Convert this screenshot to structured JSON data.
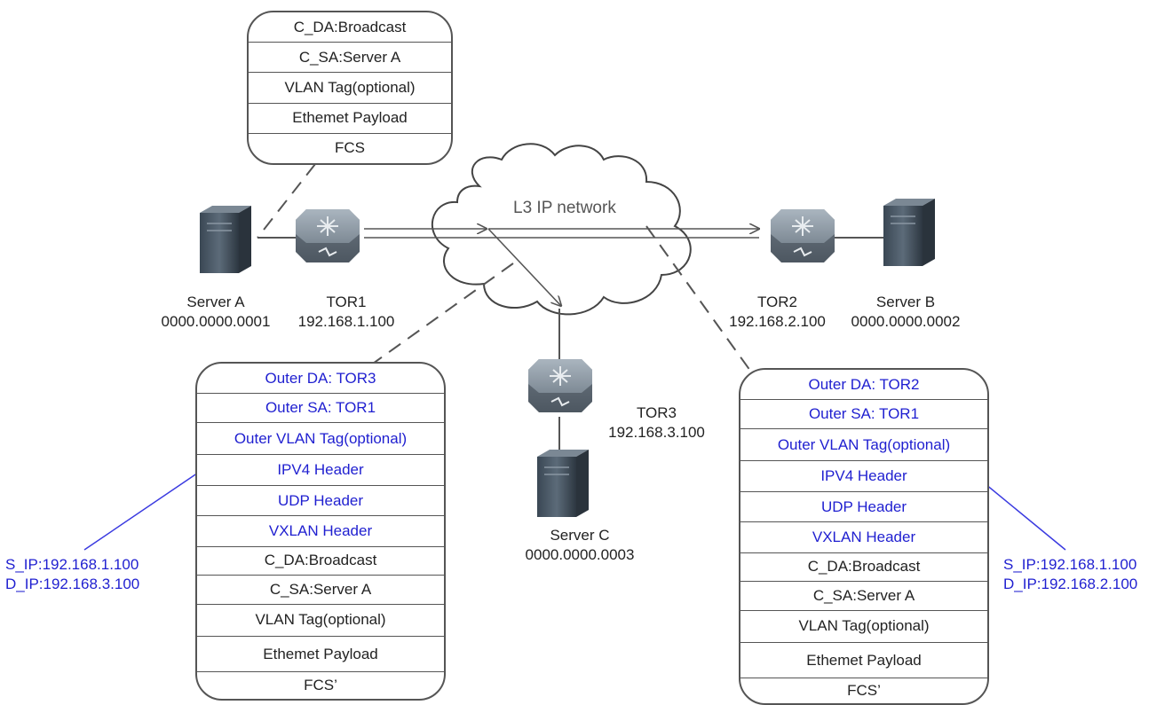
{
  "cloud": {
    "label": "L3 IP network"
  },
  "nodes": {
    "server_a": {
      "name": "Server A",
      "mac": "0000.0000.0001"
    },
    "tor1": {
      "name": "TOR1",
      "ip": "192.168.1.100"
    },
    "tor2": {
      "name": "TOR2",
      "ip": "192.168.2.100"
    },
    "server_b": {
      "name": "Server B",
      "mac": "0000.0000.0002"
    },
    "tor3": {
      "name": "TOR3",
      "ip": "192.168.3.100"
    },
    "server_c": {
      "name": "Server C",
      "mac": "0000.0000.0003"
    }
  },
  "top_frame": {
    "rows": [
      "C_DA:Broadcast",
      "C_SA:Server A",
      "VLAN Tag(optional)",
      "Ethemet Payload",
      "FCS"
    ]
  },
  "left_frame": {
    "rows": [
      {
        "text": "Outer DA: TOR3",
        "blue": true
      },
      {
        "text": "Outer SA: TOR1",
        "blue": true
      },
      {
        "text": "Outer VLAN Tag(optional)",
        "blue": true
      },
      {
        "text": "IPV4 Header",
        "blue": true
      },
      {
        "text": "UDP Header",
        "blue": true
      },
      {
        "text": "VXLAN Header",
        "blue": true
      },
      {
        "text": "C_DA:Broadcast",
        "blue": false
      },
      {
        "text": "C_SA:Server A",
        "blue": false
      },
      {
        "text": "VLAN Tag(optional)",
        "blue": false
      },
      {
        "text": "Ethemet Payload",
        "blue": false
      },
      {
        "text": "FCS’",
        "blue": false
      }
    ],
    "annotation": {
      "s_ip": "S_IP:192.168.1.100",
      "d_ip": "D_IP:192.168.3.100"
    }
  },
  "right_frame": {
    "rows": [
      {
        "text": "Outer DA: TOR2",
        "blue": true
      },
      {
        "text": "Outer SA: TOR1",
        "blue": true
      },
      {
        "text": "Outer VLAN Tag(optional)",
        "blue": true
      },
      {
        "text": "IPV4 Header",
        "blue": true
      },
      {
        "text": "UDP Header",
        "blue": true
      },
      {
        "text": "VXLAN Header",
        "blue": true
      },
      {
        "text": "C_DA:Broadcast",
        "blue": false
      },
      {
        "text": "C_SA:Server A",
        "blue": false
      },
      {
        "text": "VLAN Tag(optional)",
        "blue": false
      },
      {
        "text": "Ethemet Payload",
        "blue": false
      },
      {
        "text": "FCS’",
        "blue": false
      }
    ],
    "annotation": {
      "s_ip": "S_IP:192.168.1.100",
      "d_ip": "D_IP:192.168.2.100"
    }
  },
  "colors": {
    "blue_text": "#1f1fd0",
    "line": "#555555",
    "annotation_line": "#3a3ae0"
  },
  "icons": {
    "switch": "switch-icon",
    "server": "server-icon",
    "cloud": "cloud-icon"
  }
}
